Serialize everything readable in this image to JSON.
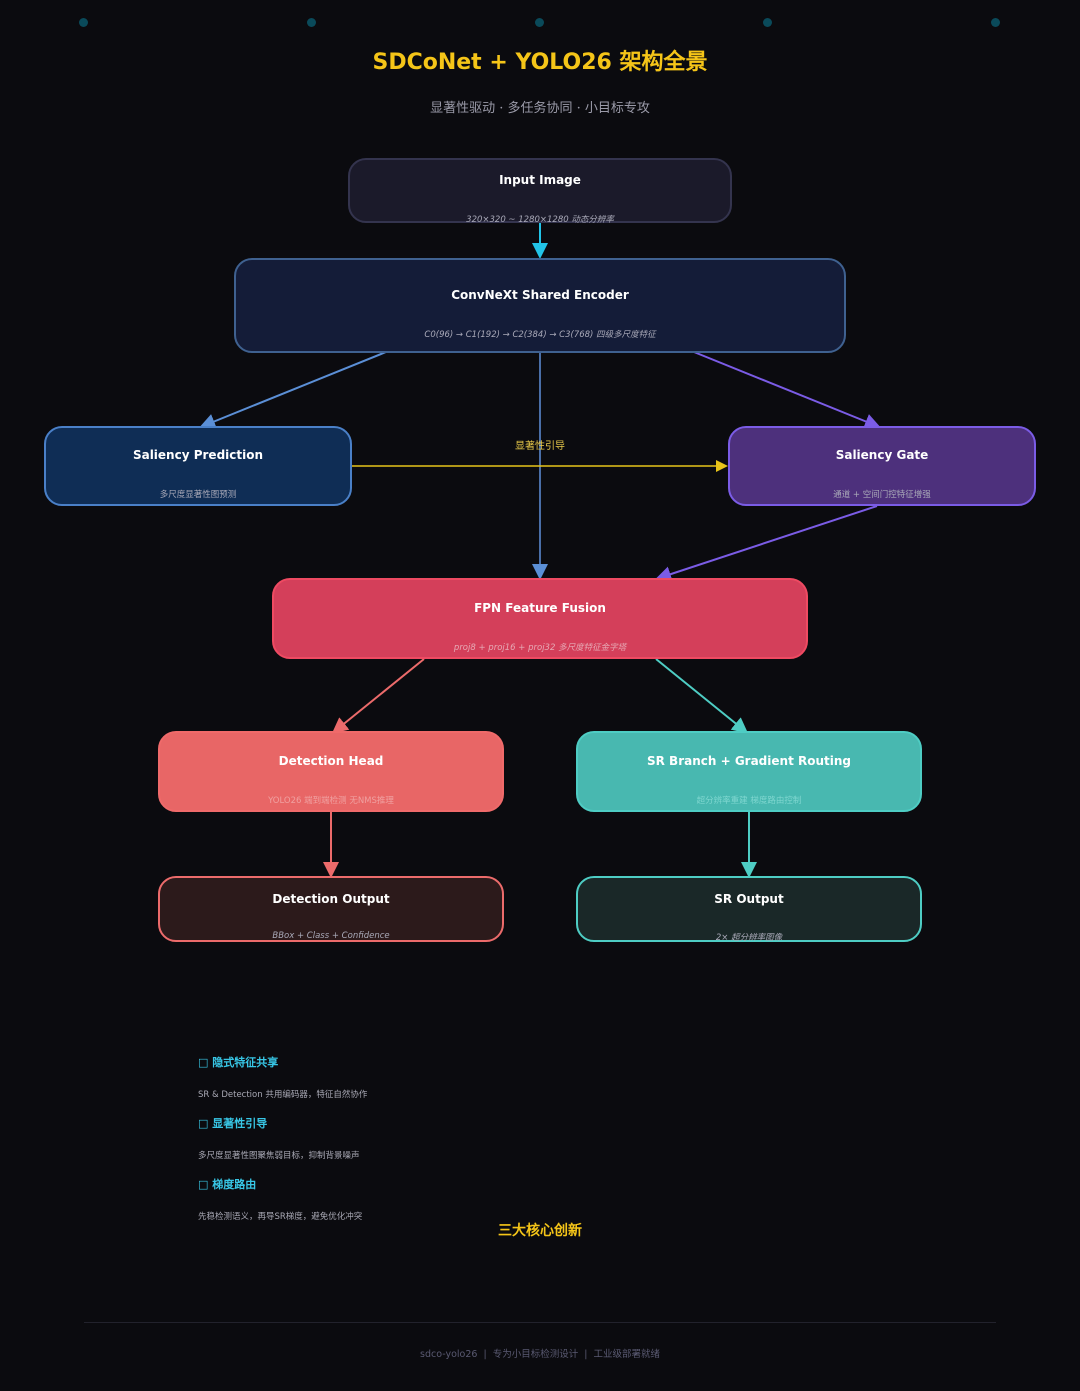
{
  "header": {
    "title": "SDCoNet + YOLO26 架构全景",
    "subtitle": "显著性驱动 · 多任务协同 · 小目标专攻"
  },
  "nodes": {
    "input": {
      "title": "Input Image",
      "sub": "320×320 ~ 1280×1280 动态分辨率"
    },
    "encoder": {
      "title": "ConvNeXt Shared Encoder",
      "sub": "C0(96) → C1(192) → C2(384) → C3(768)  四级多尺度特征"
    },
    "saliency_pred": {
      "title": "Saliency Prediction",
      "sub": "多尺度显著性图预测"
    },
    "saliency_gate": {
      "title": "Saliency Gate",
      "sub": "通道 + 空间门控特征增强"
    },
    "fpn": {
      "title": "FPN Feature Fusion",
      "sub": "proj8 + proj16 + proj32  多尺度特征金字塔"
    },
    "det_head": {
      "title": "Detection Head",
      "sub": "YOLO26 端到端检测  无NMS推理"
    },
    "sr_branch": {
      "title": "SR Branch + Gradient Routing",
      "sub": "超分辨率重建  梯度路由控制"
    },
    "det_out": {
      "title": "Detection Output",
      "sub": "BBox + Class + Confidence"
    },
    "sr_out": {
      "title": "SR Output",
      "sub": "2× 超分辨率图像"
    }
  },
  "edges": {
    "saliency_label": "显著性引导"
  },
  "innovations": {
    "title": "三大核心创新",
    "items": [
      {
        "icon": "□",
        "name": "隐式特征共享",
        "desc": "SR & Detection 共用编码器，特征自然协作"
      },
      {
        "icon": "□",
        "name": "显著性引导",
        "desc": "多尺度显著性图聚焦弱目标，抑制背景噪声"
      },
      {
        "icon": "□",
        "name": "梯度路由",
        "desc": "先稳检测语义，再导SR梯度，避免优化冲突"
      }
    ]
  },
  "footer": {
    "text": "sdco-yolo26  |  专为小目标检测设计  |  工业级部署就绪"
  },
  "colors": {
    "background": "#0b0b0f",
    "title": "#f5c518",
    "encoder_edge": "#5b8fd6",
    "gate_edge": "#7b5ce6",
    "saliency_edge": "#e8c41a",
    "input_edge": "#22c4e8",
    "det_edge": "#ec6b6b",
    "sr_edge": "#4ecdc4"
  }
}
